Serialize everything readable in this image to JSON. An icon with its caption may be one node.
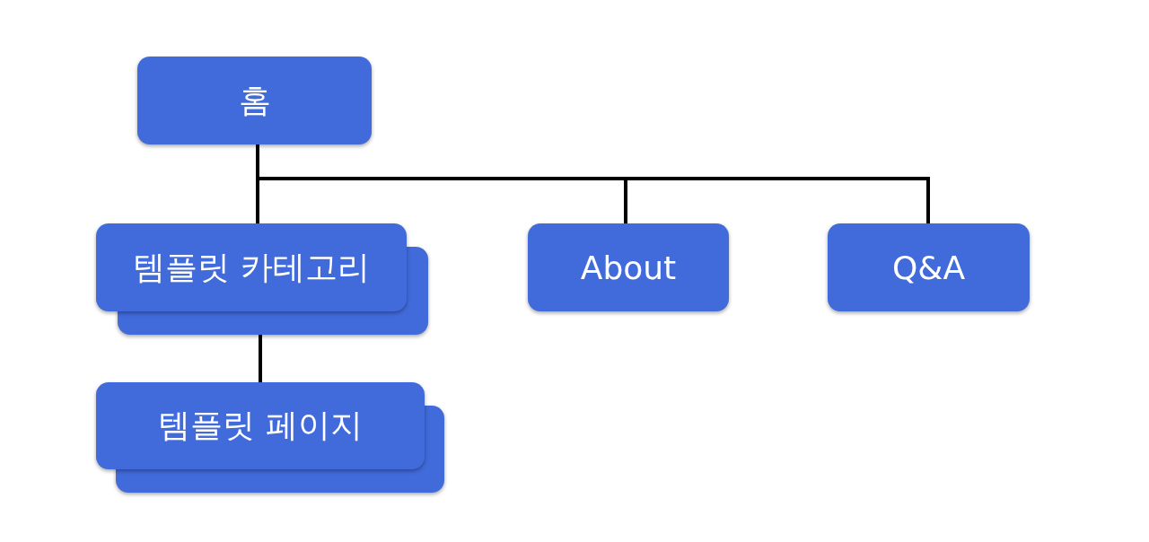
{
  "diagram": {
    "nodes": [
      {
        "text": [
          "홈"
        ]
      },
      {
        "text": [
          "템플릿 카테고리"
        ]
      },
      {
        "text": [
          "About"
        ]
      },
      {
        "text": [
          "Q&A"
        ]
      },
      {
        "text": [
          "템플릿 페이지"
        ]
      }
    ],
    "edges": [
      {
        "from": 0,
        "to": 1,
        "arrow": "none"
      },
      {
        "from": 0,
        "to": 2,
        "arrow": "none"
      },
      {
        "from": 0,
        "to": 3,
        "arrow": "none"
      },
      {
        "from": 1,
        "to": 4,
        "arrow": "none"
      }
    ]
  }
}
